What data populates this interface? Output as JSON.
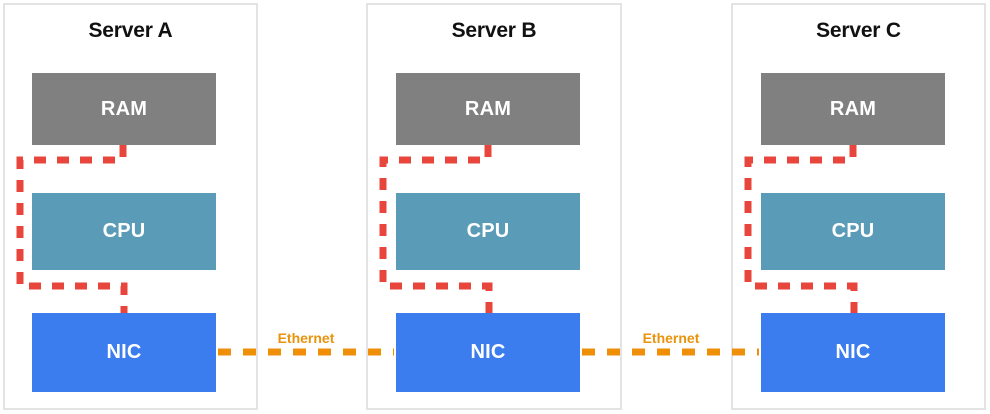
{
  "diagram": {
    "title_hidden": "",
    "colors": {
      "ram": "#808080",
      "cpu": "#5a9cb8",
      "nic": "#3b7dee",
      "internal_link": "#e8453c",
      "ethernet": "#ef8f08",
      "container_border": "#e3e3e3",
      "container_fill": "#ffffff",
      "title_text": "#111111",
      "component_text": "#ffffff"
    },
    "servers": [
      {
        "name": "server-a",
        "title": "Server A",
        "components": [
          {
            "key": "ram",
            "label": "RAM"
          },
          {
            "key": "cpu",
            "label": "CPU"
          },
          {
            "key": "nic",
            "label": "NIC"
          }
        ]
      },
      {
        "name": "server-b",
        "title": "Server B",
        "components": [
          {
            "key": "ram",
            "label": "RAM"
          },
          {
            "key": "cpu",
            "label": "CPU"
          },
          {
            "key": "nic",
            "label": "NIC"
          }
        ]
      },
      {
        "name": "server-c",
        "title": "Server C",
        "components": [
          {
            "key": "ram",
            "label": "RAM"
          },
          {
            "key": "cpu",
            "label": "CPU"
          },
          {
            "key": "nic",
            "label": "NIC"
          }
        ]
      }
    ],
    "links": [
      {
        "name": "ethernet-a-b",
        "label": "Ethernet",
        "from": "server-a-nic",
        "to": "server-b-nic"
      },
      {
        "name": "ethernet-b-c",
        "label": "Ethernet",
        "from": "server-b-nic",
        "to": "server-c-nic"
      }
    ],
    "internal_bus_note": "RAM-CPU-NIC internal dashed bus"
  }
}
